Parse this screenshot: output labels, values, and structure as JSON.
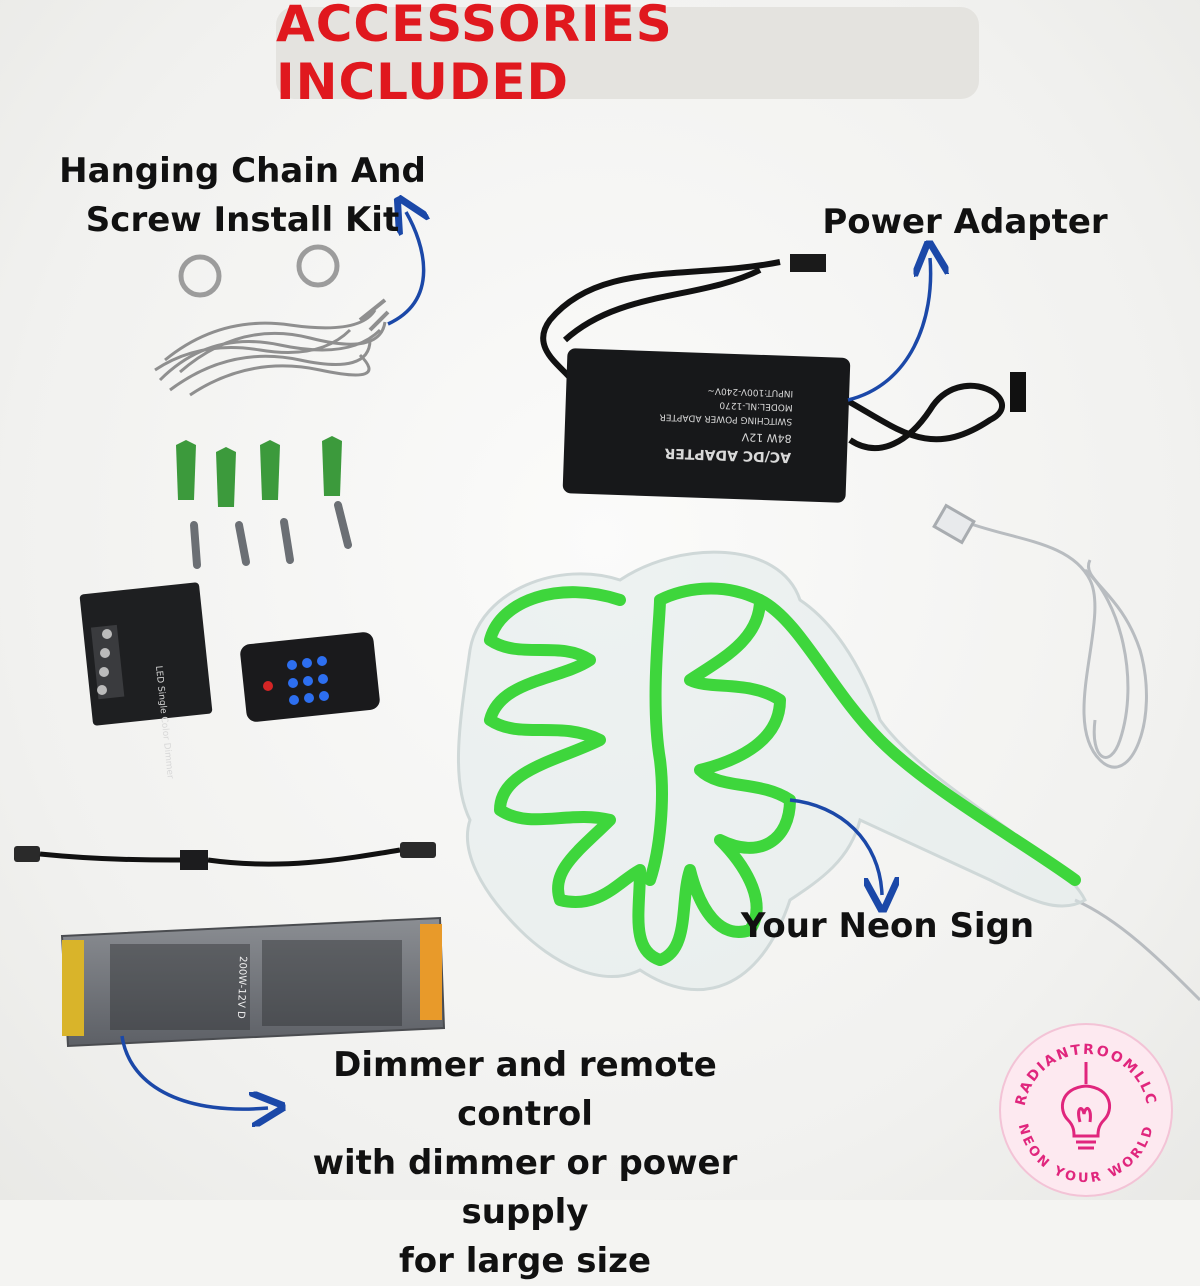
{
  "banner": {
    "title": "ACCESSORIES INCLUDED"
  },
  "labels": {
    "chain_line1": "Hanging Chain And",
    "chain_line2": "Screw Install Kit",
    "power": "Power Adapter",
    "neon": "Your Neon Sign",
    "dimmer_line1": "Dimmer and remote control",
    "dimmer_line2": "with dimmer or power supply",
    "dimmer_line3": "for large size"
  },
  "adapter": {
    "title": "AC/DC ADAPTER",
    "rating": "84W   12V",
    "type": "SWITCHING POWER ADAPTER",
    "model": "MODEL:NL-1270",
    "input": "INPUT:100V-240V~"
  },
  "dimmer_box": {
    "label": "LED Single Color Dimmer"
  },
  "power_supply": {
    "label": "200W-12V D"
  },
  "logo": {
    "top_text": "RADIANTROOMLLC",
    "bottom_text": "NEON YOUR WORLD"
  },
  "colors": {
    "banner_text": "#e0181e",
    "arrow": "#1b48a8",
    "neon": "#3ed63c",
    "logo": "#e0267d"
  }
}
